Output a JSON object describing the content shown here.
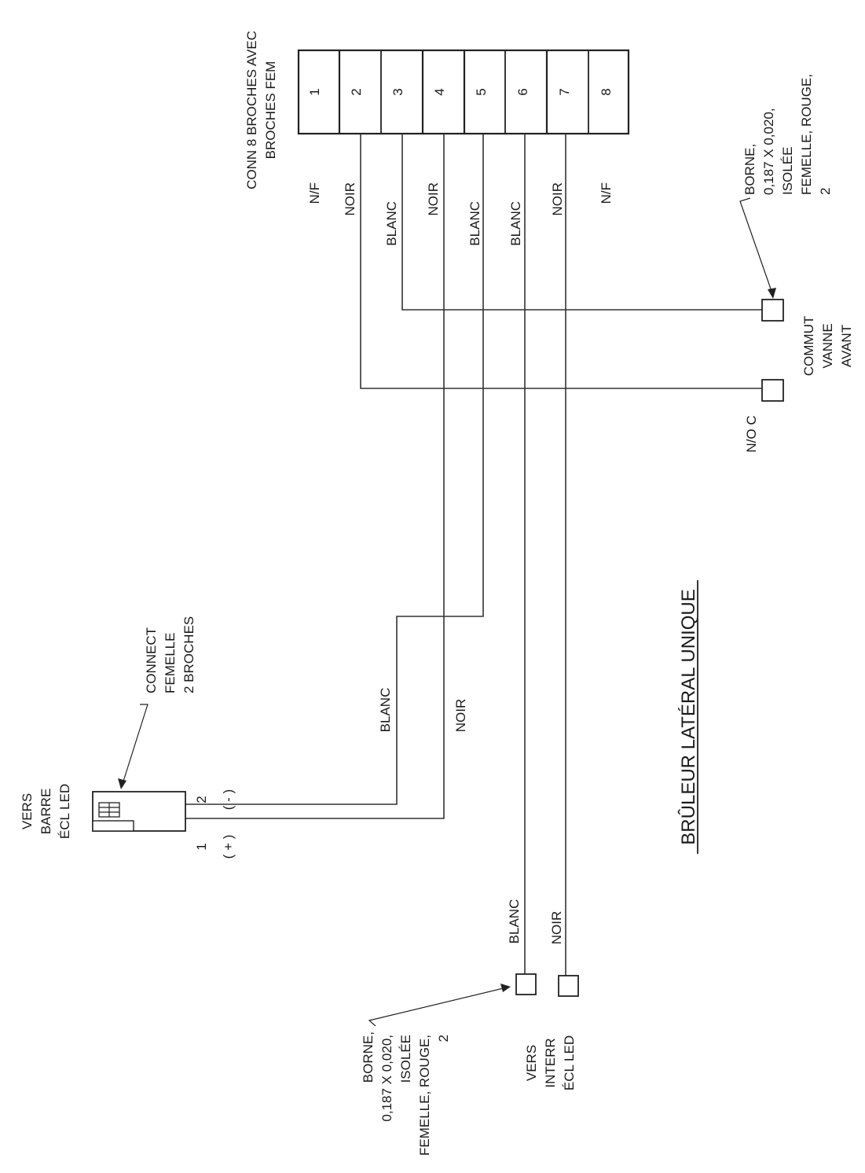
{
  "connector8": {
    "title_line1": "CONN 8 BROCHES AVEC",
    "title_line2": "BROCHES FEM",
    "pins": [
      "1",
      "2",
      "3",
      "4",
      "5",
      "6",
      "7",
      "8"
    ],
    "wire_labels": [
      "N/F",
      "NOIR",
      "BLANC",
      "NOIR",
      "BLANC",
      "BLANC",
      "NOIR",
      "N/F"
    ]
  },
  "terminal_top": {
    "lines": [
      "BORNE,",
      "0,187 X 0,020,",
      "ISOLÉE",
      "FEMELLE, ROUGE,",
      "2"
    ]
  },
  "valve_switch": {
    "lines": [
      "COMMUT",
      "VANNE",
      "AVANT"
    ],
    "contact_label": "N/O C"
  },
  "connector2": {
    "lines": [
      "CONNECT",
      "FEMELLE",
      "2 BROCHES"
    ],
    "pin2": "2",
    "pin2_polarity": "( - )",
    "pin1": "1",
    "pin1_polarity": "( + )"
  },
  "led_bar": {
    "lines": [
      "VERS",
      "BARRE",
      "ÉCL LED"
    ]
  },
  "middle_wires": {
    "blanc": "BLANC",
    "noir": "NOIR"
  },
  "led_switch_wires": {
    "blanc": "BLANC",
    "noir": "NOIR"
  },
  "terminal_bottom": {
    "lines": [
      "BORNE,",
      "0,187 X 0,020,",
      "ISOLÉE",
      "FEMELLE, ROUGE,",
      "2"
    ]
  },
  "led_switch": {
    "lines": [
      "VERS",
      "INTERR",
      "ÉCL LED"
    ]
  },
  "title": "BRÛLEUR LATÉRAL UNIQUE"
}
